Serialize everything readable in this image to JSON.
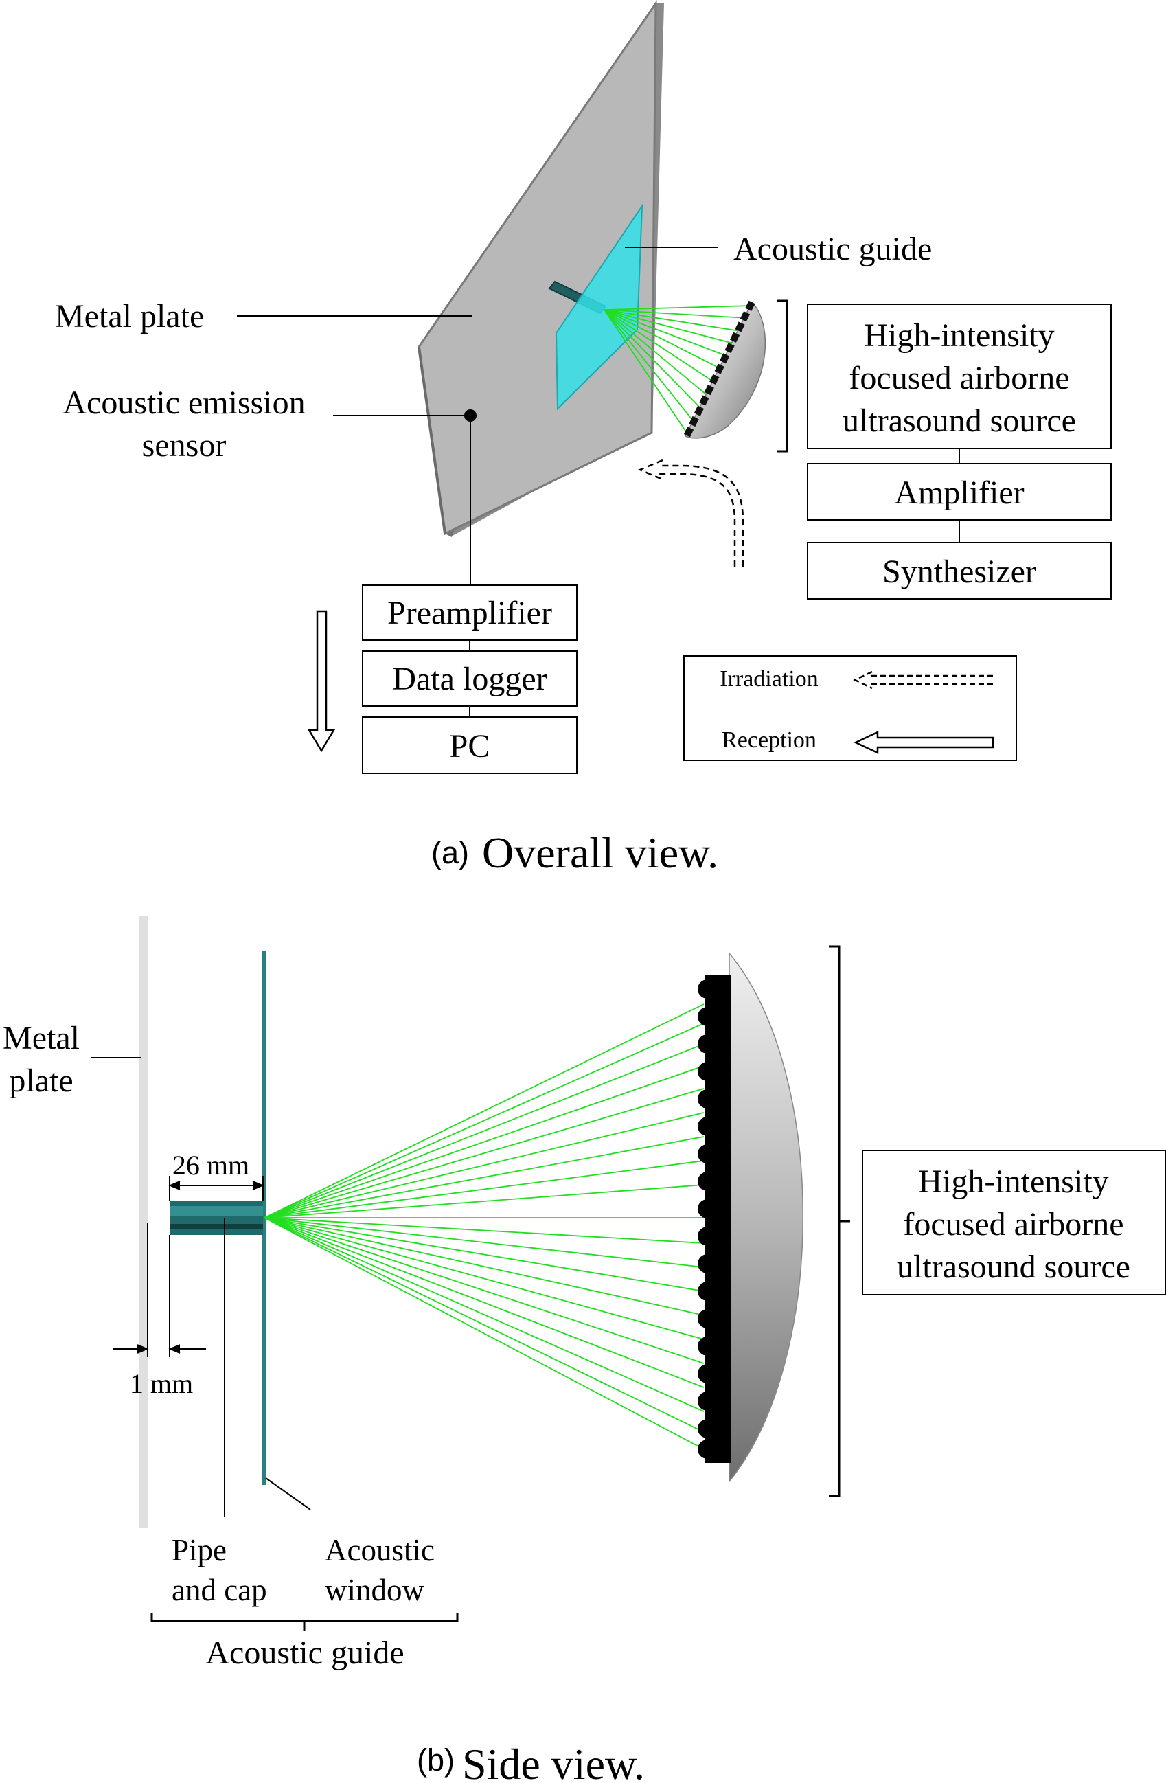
{
  "overall": {
    "metal_plate": "Metal plate",
    "acoustic_guide": "Acoustic guide",
    "ae_sensor_line1": "Acoustic emission",
    "ae_sensor_line2": "sensor",
    "source_line1": "High-intensity",
    "source_line2": "focused airborne",
    "source_line3": "ultrasound source",
    "amplifier": "Amplifier",
    "synthesizer": "Synthesizer",
    "preamplifier": "Preamplifier",
    "data_logger": "Data logger",
    "pc": "PC",
    "legend_irradiation": "Irradiation",
    "legend_reception": "Reception",
    "caption_tag": "(a)",
    "caption_text": "Overall view."
  },
  "side": {
    "metal_plate_line1": "Metal",
    "metal_plate_line2": "plate",
    "dim_pipe": "26 mm",
    "dim_gap": "1 mm",
    "pipe_line1": "Pipe",
    "pipe_line2": "and cap",
    "window_line1": "Acoustic",
    "window_line2": "window",
    "acoustic_guide": "Acoustic guide",
    "source_line1": "High-intensity",
    "source_line2": "focused airborne",
    "source_line3": "ultrasound source",
    "caption_tag": "(b)",
    "caption_text": "Side view."
  },
  "colors": {
    "plate": "#b8b8b8",
    "guide": "#33e0e8",
    "beam": "#22dd22",
    "pipe": "#1f6b6b",
    "window": "#2a7f7f"
  }
}
